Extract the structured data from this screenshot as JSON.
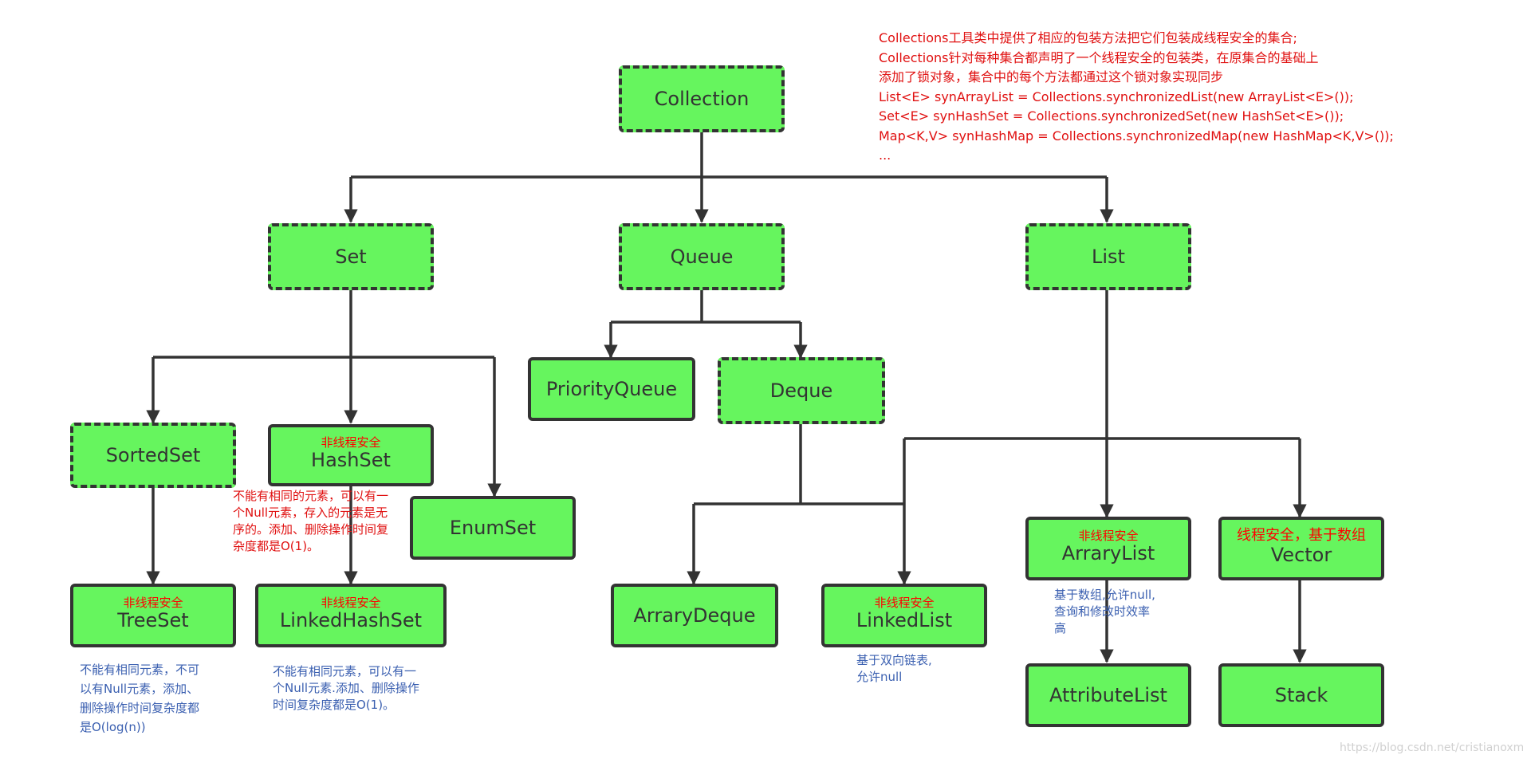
{
  "nodes": {
    "collection": {
      "name": "Collection"
    },
    "set": {
      "name": "Set"
    },
    "queue": {
      "name": "Queue"
    },
    "list": {
      "name": "List"
    },
    "priorityqueue": {
      "name": "PriorityQueue"
    },
    "deque": {
      "name": "Deque"
    },
    "sortedset": {
      "name": "SortedSet"
    },
    "hashset": {
      "name": "HashSet",
      "tag": "非线程安全"
    },
    "enumset": {
      "name": "EnumSet"
    },
    "treeset": {
      "name": "TreeSet",
      "tag": "非线程安全"
    },
    "linkedhashset": {
      "name": "LinkedHashSet",
      "tag": "非线程安全"
    },
    "arraydeque": {
      "name": "ArraryDeque"
    },
    "linkedlist": {
      "name": "LinkedList",
      "tag": "非线程安全"
    },
    "arraylist": {
      "name": "ArraryList",
      "tag": "非线程安全"
    },
    "vector": {
      "name": "Vector",
      "tag": "线程安全，基于数组"
    },
    "attributelist": {
      "name": "AttributeList"
    },
    "stack": {
      "name": "Stack"
    }
  },
  "notes": {
    "top": [
      "Collections工具类中提供了相应的包装方法把它们包装成线程安全的集合;",
      "Collections针对每种集合都声明了一个线程安全的包装类，在原集合的基础上",
      "添加了锁对象，集合中的每个方法都通过这个锁对象实现同步",
      "List<E> synArrayList = Collections.synchronizedList(new ArrayList<E>());",
      "Set<E> synHashSet = Collections.synchronizedSet(new HashSet<E>());",
      "Map<K,V> synHashMap = Collections.synchronizedMap(new HashMap<K,V>());",
      "..."
    ],
    "hashset": "不能有相同的元素，可以有一\n个Null元素，存入的元素是无\n序的。添加、删除操作时间复\n杂度都是O(1)。",
    "treeset": "不能有相同元素，不可\n以有Null元素，添加、\n删除操作时间复杂度都\n是O(log(n))",
    "linkedhashset": "不能有相同元素，可以有一\n个Null元素.添加、删除操作\n时间复杂度都是O(1)。",
    "linkedlist": "基于双向链表,\n允许null",
    "arraylist": "基于数组,允许null,\n查询和修改时效率\n高"
  },
  "watermark": "https://blog.csdn.net/cristianoxm",
  "colors": {
    "box_fill": "#66f55e",
    "border": "#333333",
    "tag": "#ff0000",
    "note_red": "#e01010",
    "note_blue": "#3a5fb0"
  }
}
